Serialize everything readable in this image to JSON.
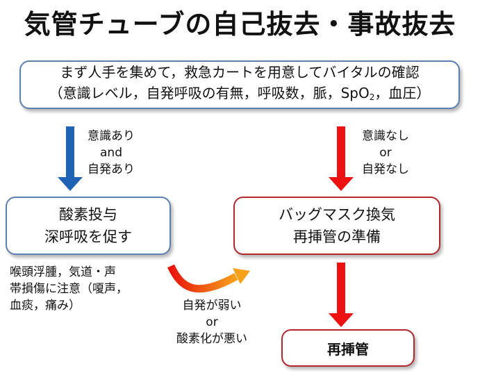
{
  "title": "気管チューブの自己抜去・事故抜去",
  "top_box": {
    "line1": "まず人手を集めて，救急カートを用意してバイタルの確認",
    "line2_pre": "（意識レベル，自発呼吸の有無，呼吸数，脈，SpO",
    "line2_sub": "2",
    "line2_post": "，血圧）"
  },
  "left_branch": {
    "condition": [
      "意識あり",
      "and",
      "自発あり"
    ],
    "box": [
      "酸素投与",
      "深呼吸を促す"
    ],
    "caution": [
      "喉頭浮腫，気道・声",
      "帯損傷に注意（嗄声，",
      "血痰，痛み）"
    ]
  },
  "right_branch": {
    "condition": [
      "意識なし",
      "or",
      "自発なし"
    ],
    "box": [
      "バッグマスク換気",
      "再挿管の準備"
    ]
  },
  "transition": {
    "condition": [
      "自発が弱い",
      "or",
      "酸素化が悪い"
    ]
  },
  "final_box": "再挿管",
  "colors": {
    "blue_arrow": "#1f63b5",
    "red_arrow": "#ee1111",
    "gradient_start": "#e8140c",
    "gradient_end": "#f7a11a",
    "box_blue_border": "#5b7fb0",
    "box_red_border": "#b2262e"
  }
}
